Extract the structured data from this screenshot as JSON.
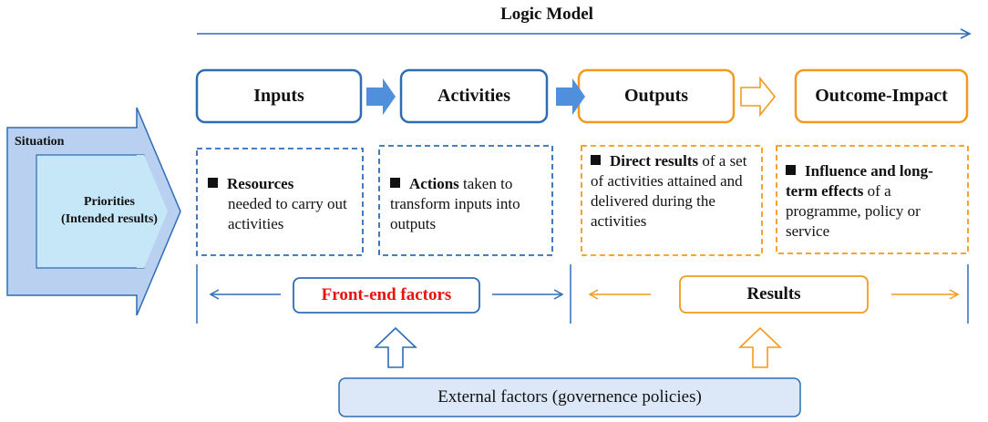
{
  "title": "Logic Model",
  "situation": "Situation",
  "priorities": {
    "line1": "Priorities",
    "line2": "(Intended results)"
  },
  "headers": {
    "inputs": "Inputs",
    "activities": "Activities",
    "outputs": "Outputs",
    "outcome": "Outcome-Impact"
  },
  "descriptions": {
    "inputs": {
      "bold": "Resources",
      "rest": "needed to carry out activities"
    },
    "activities": {
      "bold": "Actions",
      "rest": "taken to transform inputs into outputs"
    },
    "outputs": {
      "bold": "Direct results",
      "rest": "of a set of activities attained and delivered during the activities"
    },
    "outcome": {
      "bold": "Influence and long-term effects",
      "rest": "of a programme, policy or service"
    }
  },
  "front_end": "Front-end factors",
  "results": "Results",
  "external": "External factors (governence policies)",
  "colors": {
    "blue": "#2e6db4",
    "blue_fill": "#4f8fdc",
    "orange": "#f39a1e",
    "red": "#e8120f",
    "light_blue": "#dce8f7",
    "situation_fill": "#b9d0f0",
    "priorities_fill": "#c6e7f7"
  }
}
